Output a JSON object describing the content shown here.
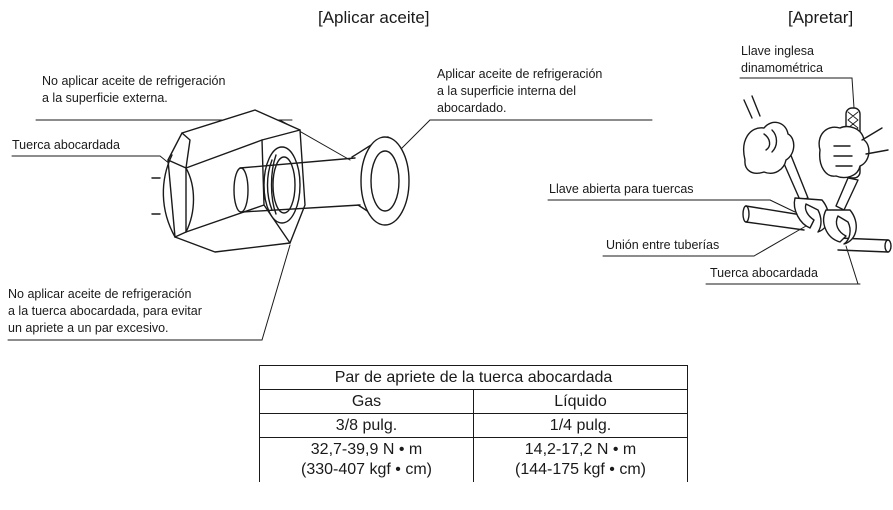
{
  "titles": {
    "apply_oil": "[Aplicar aceite]",
    "tighten": "[Apretar]"
  },
  "labels": {
    "no_oil_external_1": "No aplicar aceite de refrigeración",
    "no_oil_external_2": "a la superficie externa.",
    "apply_internal_1": "Aplicar aceite de refrigeración",
    "apply_internal_2": "a la superficie interna del",
    "apply_internal_3": "abocardado.",
    "flare_nut_left": "Tuerca abocardada",
    "no_oil_nut_1": "No aplicar aceite de refrigeración",
    "no_oil_nut_2": "a la tuerca abocardada, para evitar",
    "no_oil_nut_3": "un apriete a un par excesivo.",
    "torque_wrench_1": "Llave inglesa",
    "torque_wrench_2": "dinamométrica",
    "open_wrench": "Llave abierta para tuercas",
    "pipe_union": "Unión entre tuberías",
    "flare_nut_right": "Tuerca abocardada"
  },
  "table": {
    "title": "Par de apriete de la tuerca abocardada",
    "col_gas": "Gas",
    "col_liquid": "Líquido",
    "gas_size": "3/8 pulg.",
    "liquid_size": "1/4 pulg.",
    "gas_torque_nm": "32,7-39,9 N • m",
    "gas_torque_kgf": "(330-407 kgf • cm)",
    "liquid_torque_nm": "14,2-17,2 N • m",
    "liquid_torque_kgf": "(144-175 kgf • cm)"
  }
}
